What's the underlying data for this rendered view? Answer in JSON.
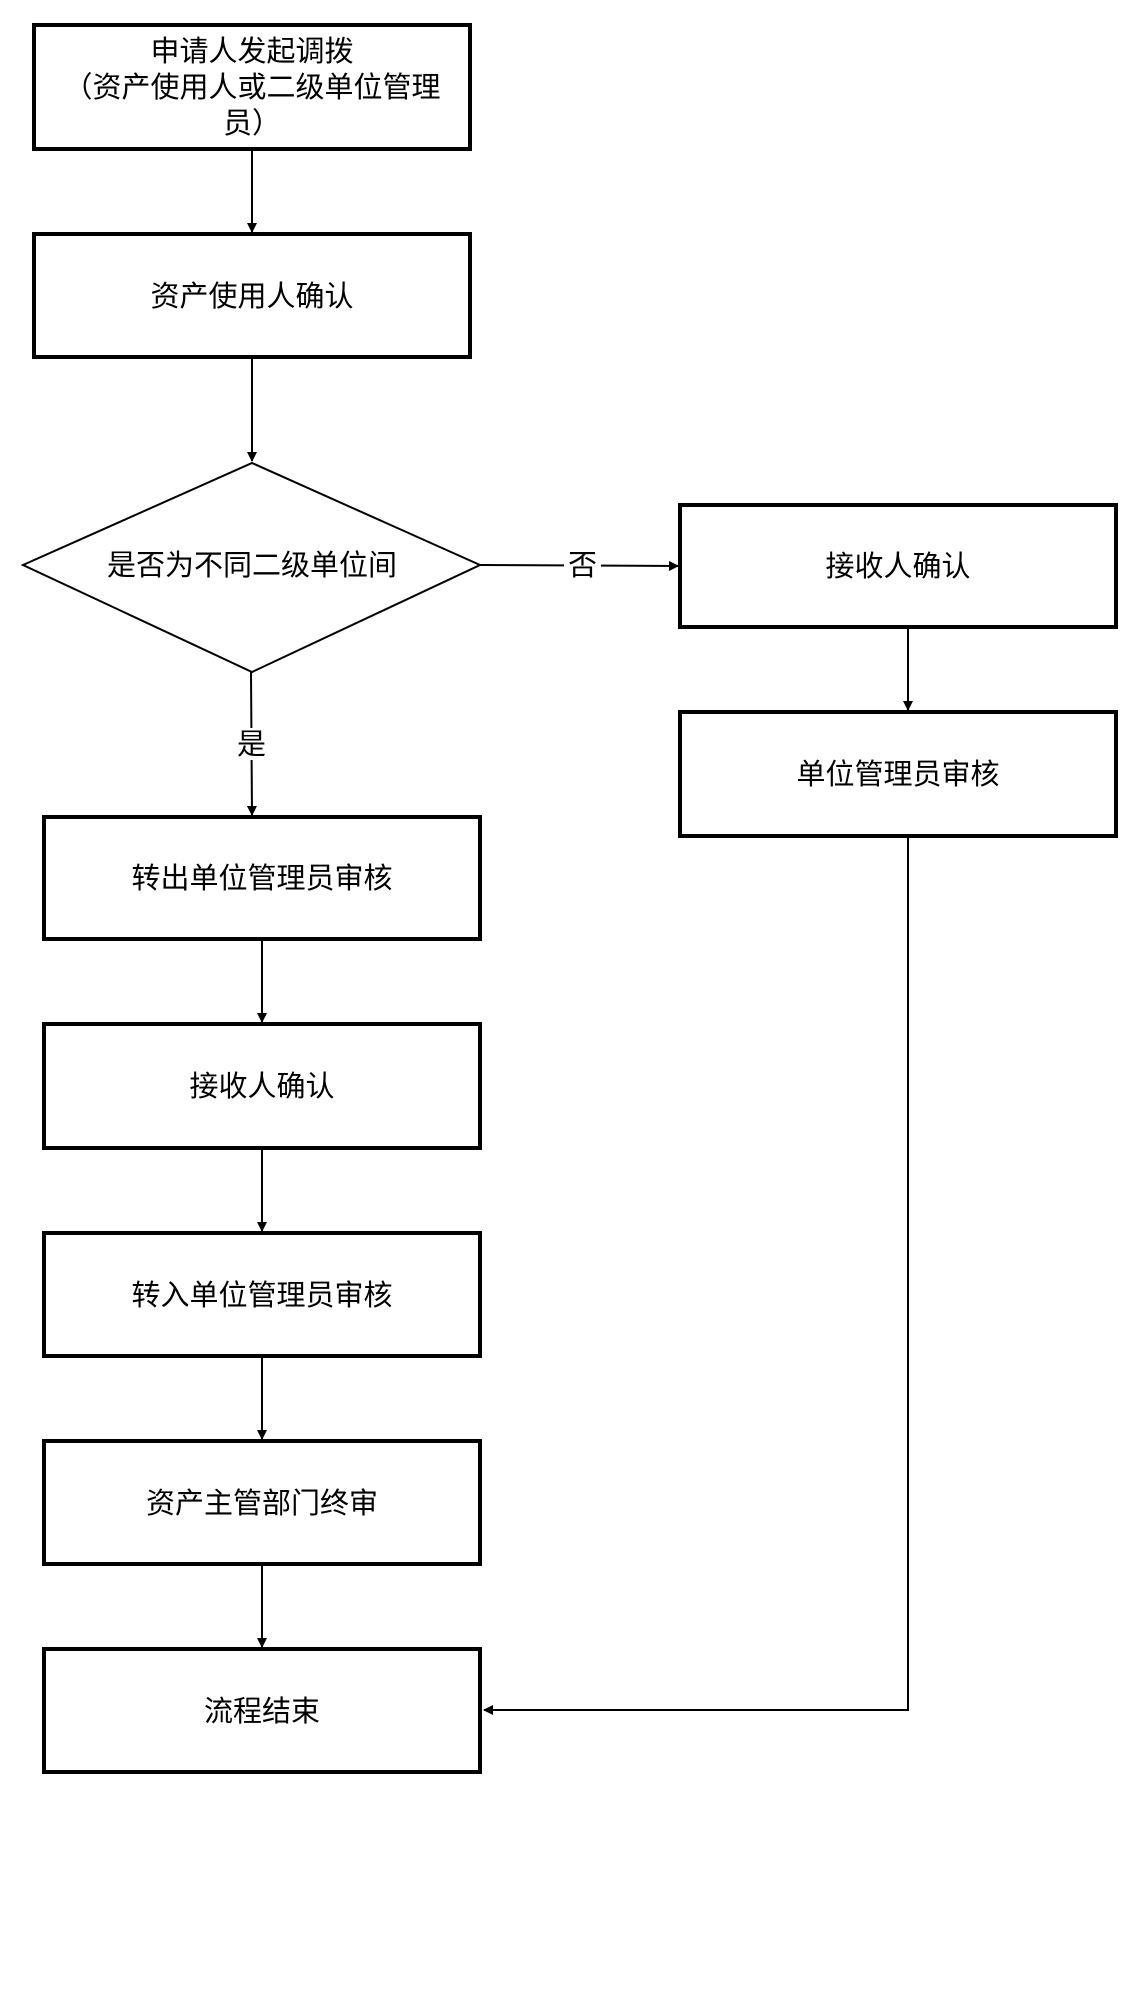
{
  "nodes": {
    "start": "申请人发起调拨\n（资产使用人或二级单位管理员）",
    "user_confirm": "资产使用人确认",
    "decision": "是否为不同二级单位间",
    "receiver_confirm_right": "接收人确认",
    "unit_admin_review": "单位管理员审核",
    "out_unit_review": "转出单位管理员审核",
    "receiver_confirm_left": "接收人确认",
    "in_unit_review": "转入单位管理员审核",
    "dept_final_review": "资产主管部门终审",
    "end": "流程结束"
  },
  "edges": {
    "yes_label": "是",
    "no_label": "否"
  },
  "colors": {
    "stroke": "#000000",
    "fill": "#ffffff"
  }
}
